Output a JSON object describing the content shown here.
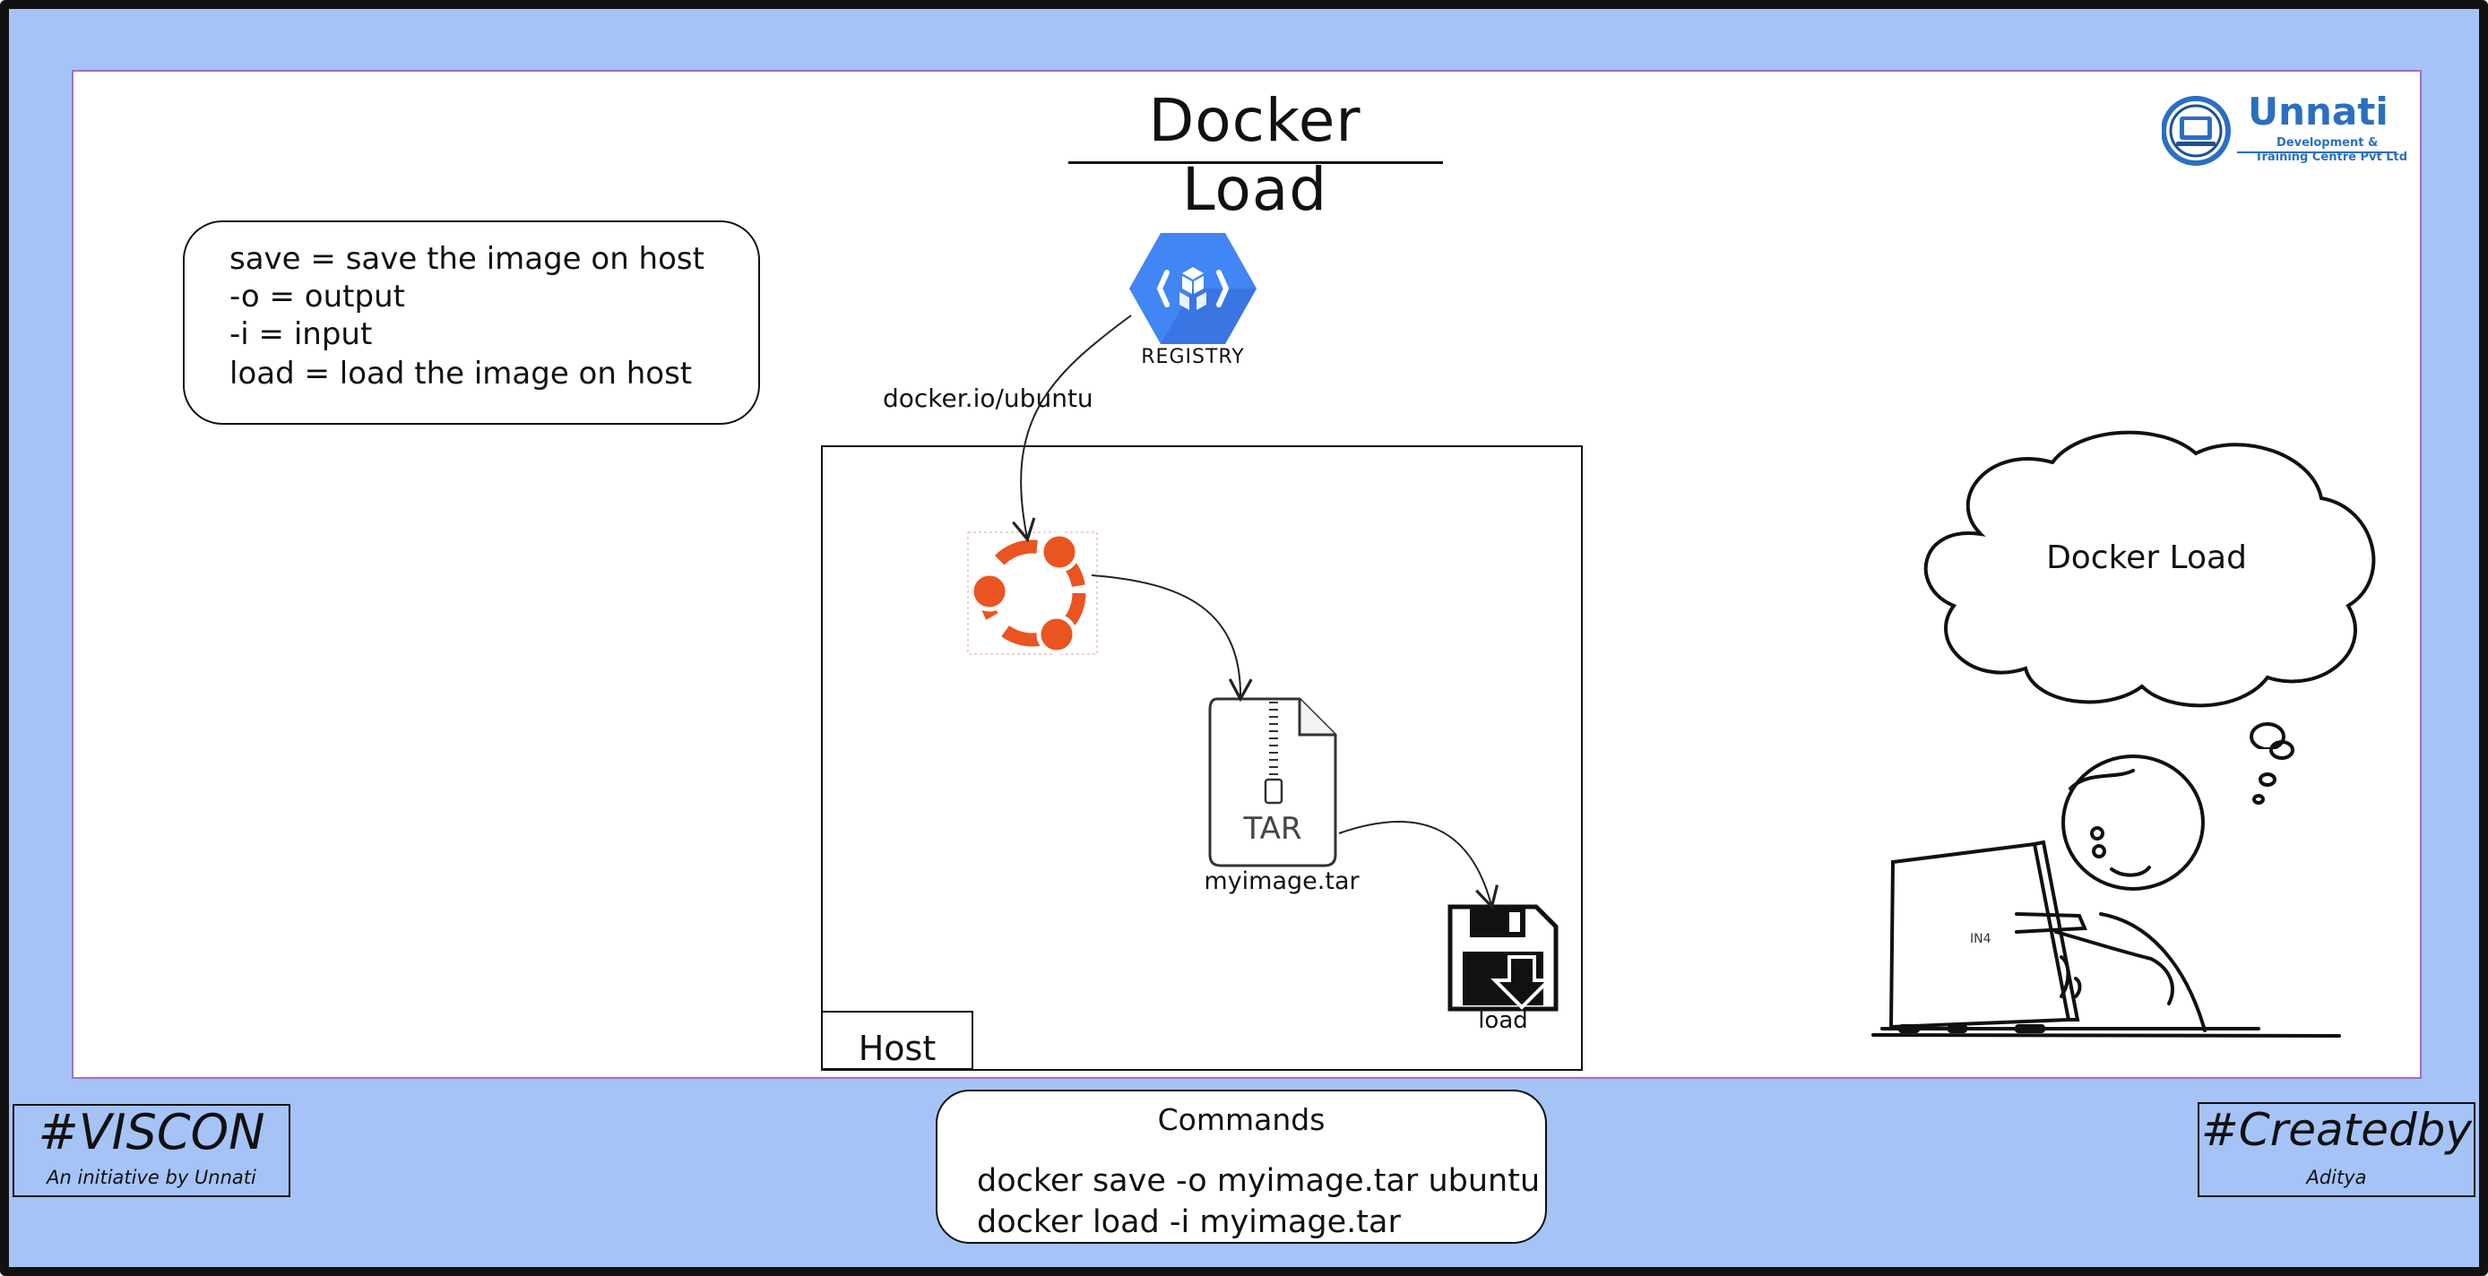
{
  "diagram": {
    "title": "Docker Load",
    "brand": {
      "name": "Unnati",
      "tagline_line1": "Development &",
      "tagline_line2": "Training Centre Pvt Ltd"
    },
    "legend": [
      "save = save the image on host",
      "-o = output",
      "-i = input",
      "load = load the image on host"
    ],
    "registry_label": "REGISTRY",
    "pull_label": "docker.io/ubuntu",
    "host_label": "Host",
    "tar_icon_label": "TAR",
    "tar_file_label": "myimage.tar",
    "load_label": "load",
    "thought_text": "Docker Load",
    "laptop_text": "IN4",
    "colors": {
      "frame_background": "#a5c3f6",
      "registry_blue": "#4285f4",
      "ubuntu_orange": "#e95420",
      "brand_blue": "#2b6fc2"
    }
  },
  "footer": {
    "left_title": "#VISCON",
    "left_subtitle": "An initiative by Unnati",
    "commands_title": "Commands",
    "commands": [
      "docker save -o myimage.tar ubuntu",
      "docker load -i myimage.tar"
    ],
    "right_title": "#Createdby",
    "right_subtitle": "Aditya"
  }
}
